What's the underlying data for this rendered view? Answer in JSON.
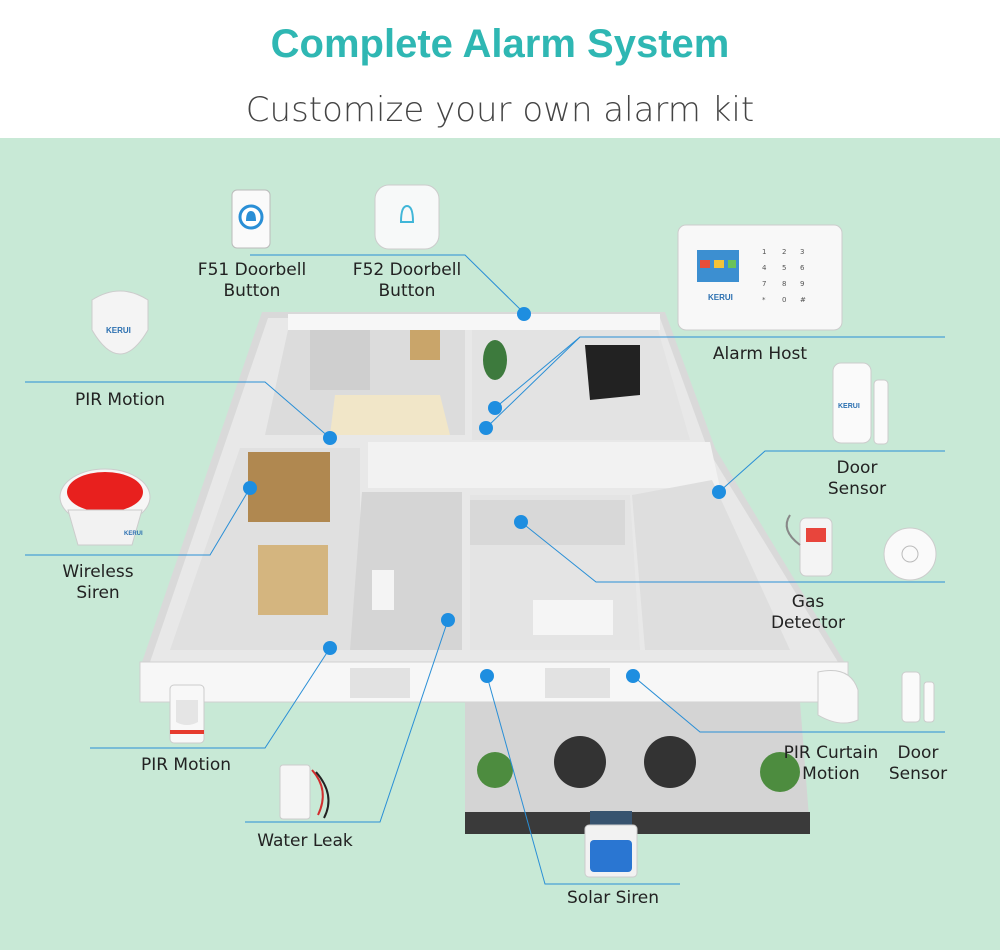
{
  "header": {
    "title": "Complete Alarm System",
    "subtitle": "Customize your own alarm kit"
  },
  "devices": {
    "f51_doorbell": [
      "F51 Doorbell",
      "Button"
    ],
    "f52_doorbell": [
      "F52 Doorbell",
      "Button"
    ],
    "alarm_host": "Alarm Host",
    "pir_motion_top": "PIR Motion",
    "door_sensor_right": [
      "Door",
      "Sensor"
    ],
    "wireless_siren": [
      "Wireless",
      "Siren"
    ],
    "gas_detector": [
      "Gas",
      "Detector"
    ],
    "pir_motion_bottom": "PIR Motion",
    "pir_curtain_motion": [
      "PIR Curtain",
      "Motion"
    ],
    "door_sensor_bottom": [
      "Door",
      "Sensor"
    ],
    "water_leak": "Water Leak",
    "solar_siren": "Solar Siren"
  },
  "brand": "KERUI",
  "colors": {
    "title": "#2fb7b3",
    "background": "#c8e9d6",
    "line": "#2a8fd6",
    "dot": "#1e8ee0"
  },
  "icons": [
    "doorbell-icon",
    "alarm-host-icon",
    "pir-sensor-icon",
    "door-sensor-icon",
    "siren-icon",
    "gas-detector-icon",
    "smoke-detector-icon",
    "water-leak-icon",
    "solar-siren-icon"
  ]
}
